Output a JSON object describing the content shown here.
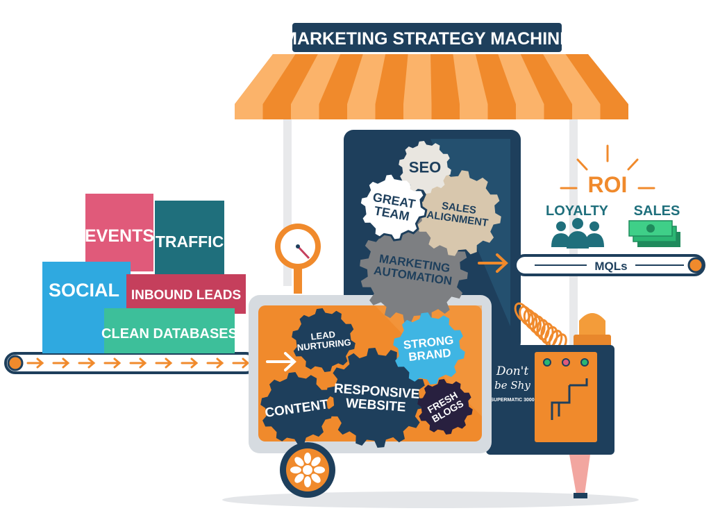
{
  "title": "MARKETING STRATEGY MACHINE",
  "input_blocks": {
    "events": "EVENTS",
    "traffic": "TRAFFIC",
    "social": "SOCIAL",
    "inbound_leads": "INBOUND LEADS",
    "clean_databases": "CLEAN DATABASES"
  },
  "upper_gears": {
    "seo": "SEO",
    "great_team": [
      "GREAT",
      "TEAM"
    ],
    "sales_alignment": [
      "SALES",
      "ALIGNMENT"
    ],
    "marketing_automation": [
      "MARKETING",
      "AUTOMATION"
    ]
  },
  "lower_gears": {
    "lead_nurturing": [
      "LEAD",
      "NURTURING"
    ],
    "strong_brand": [
      "STRONG",
      "BRAND"
    ],
    "content": "CONTENT",
    "responsive_website": [
      "RESPONSIVE",
      "WEBSITE"
    ],
    "fresh_blogs": [
      "FRESH",
      "BLOGS"
    ]
  },
  "outputs": {
    "roi": "ROI",
    "loyalty": "LOYALTY",
    "sales": "SALES",
    "mqls": "MQLs"
  },
  "badge": {
    "line1": "Don't",
    "line2": "be Shy",
    "line3": "SUPERMATIC 3000"
  },
  "colors": {
    "navy": "#1e3f5c",
    "orange": "#f08a2c",
    "pink": "#e05a7a",
    "teal": "#1f7a85",
    "blue": "#2fa9e0",
    "crimson": "#c53f5c",
    "mint": "#3dbf9a",
    "green": "#2bb673"
  }
}
